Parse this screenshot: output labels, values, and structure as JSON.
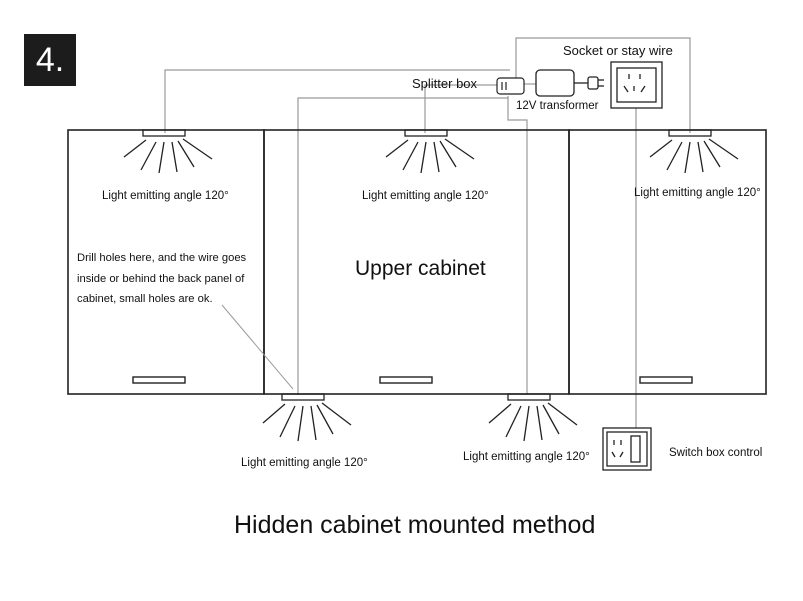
{
  "step_number": "4.",
  "labels": {
    "socket": "Socket or stay wire",
    "splitter": "Splitter box",
    "transformer": "12V transformer",
    "angle": "Light emitting angle 120°",
    "upper_cabinet": "Upper cabinet",
    "switch_box": "Switch box control",
    "title": "Hidden cabinet mounted method"
  },
  "drill_note": [
    "Drill holes here, and the wire goes",
    "inside or behind the back panel of",
    "cabinet, small holes are ok."
  ],
  "colors": {
    "line": "#222222",
    "wire": "#9a9a9a",
    "badge": "#1c1c1c"
  }
}
